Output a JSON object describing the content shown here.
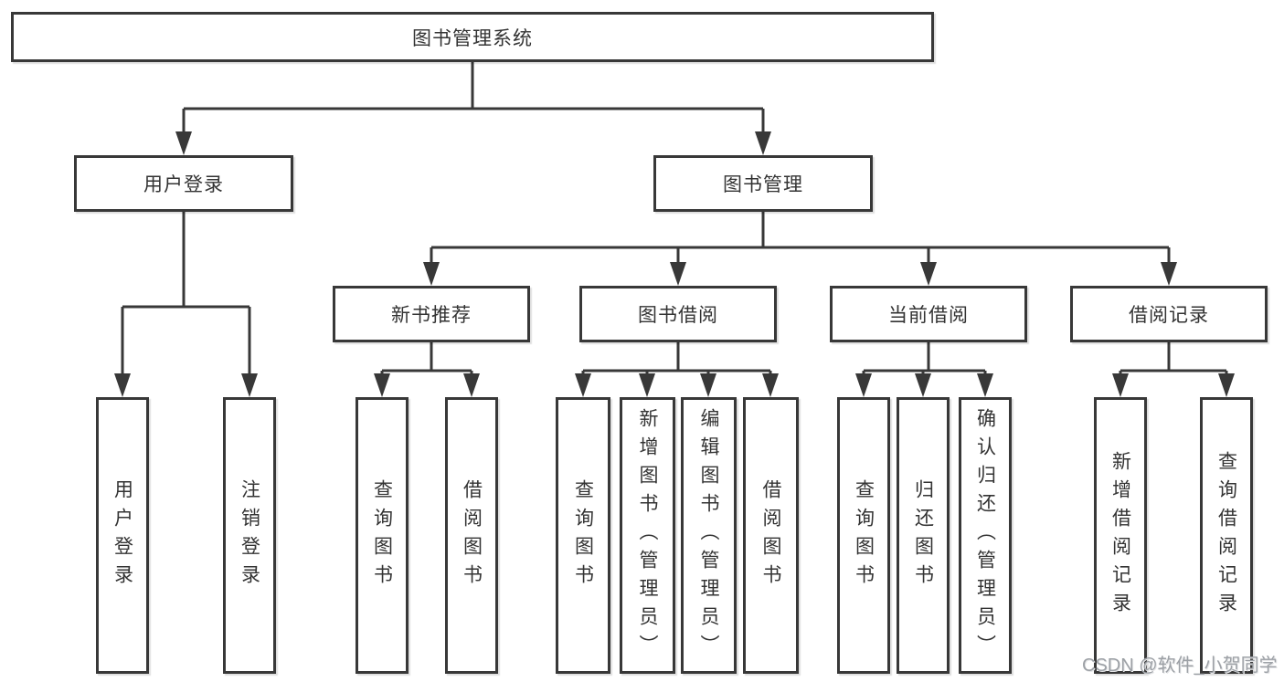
{
  "tree": {
    "root": {
      "label": "图书管理系统",
      "children": [
        {
          "label": "用户登录",
          "children": [
            {
              "label": "用户登录"
            },
            {
              "label": "注销登录"
            }
          ]
        },
        {
          "label": "图书管理",
          "children": [
            {
              "label": "新书推荐",
              "children": [
                {
                  "label": "查询图书"
                },
                {
                  "label": "借阅图书"
                }
              ]
            },
            {
              "label": "图书借阅",
              "children": [
                {
                  "label": "查询图书"
                },
                {
                  "label": "新增图书（管理员）"
                },
                {
                  "label": "编辑图书（管理员）"
                },
                {
                  "label": "借阅图书"
                }
              ]
            },
            {
              "label": "当前借阅",
              "children": [
                {
                  "label": "查询图书"
                },
                {
                  "label": "归还图书"
                },
                {
                  "label": "确认归还（管理员）"
                }
              ]
            },
            {
              "label": "借阅记录",
              "children": [
                {
                  "label": "新增借阅记录"
                },
                {
                  "label": "查询借阅记录"
                }
              ]
            }
          ]
        }
      ]
    }
  },
  "watermark": {
    "text": "CSDN @软件_小贺同学"
  },
  "colors": {
    "line": "#383838",
    "text": "#333333",
    "watermark": "#9da1a6",
    "background": "#ffffff"
  }
}
